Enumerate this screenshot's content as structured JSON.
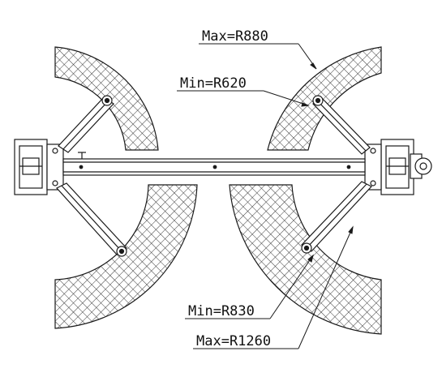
{
  "diagram": {
    "labels": {
      "max_front": "Max=R880",
      "min_front": "Min=R620",
      "min_rear": "Min=R830",
      "max_rear": "Max=R1260"
    }
  },
  "colors": {
    "line": "#1a1a1a",
    "hatch": "#3a3a3a",
    "background": "#ffffff"
  }
}
